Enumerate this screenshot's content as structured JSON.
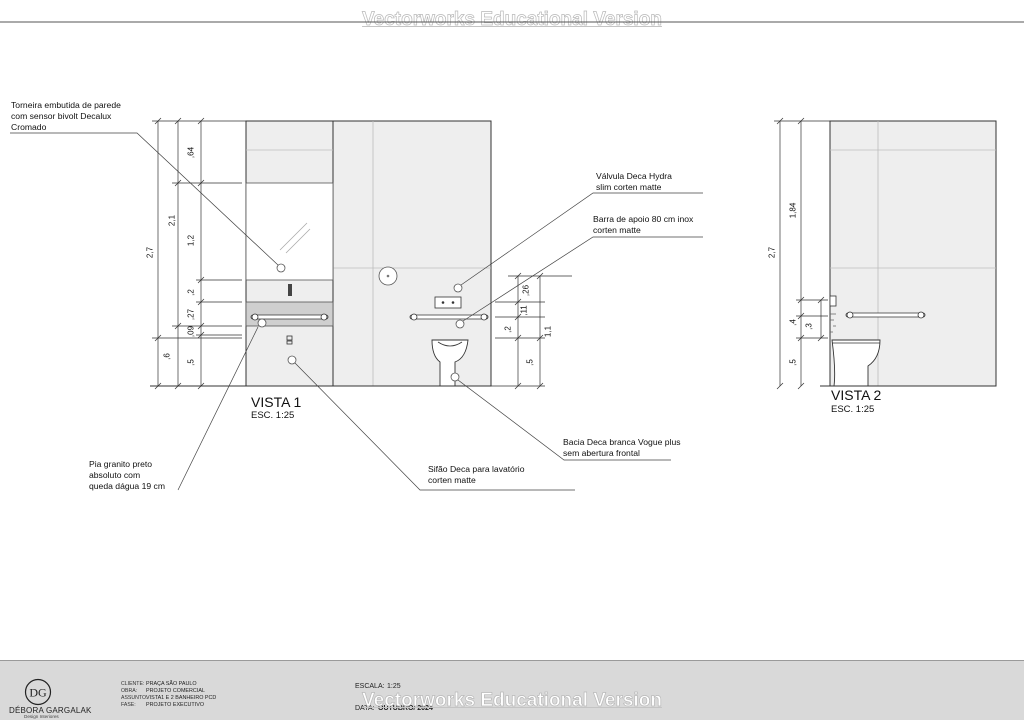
{
  "watermark": "Vectorworks Educational Version",
  "annotations": {
    "faucet": "Torneira embutida de parede\ncom sensor bivolt Decalux\nCromado",
    "valve": "Válvula Deca Hydra\nslim corten matte",
    "grab_bar": "Barra de apoio 80 cm inox\ncorten matte",
    "sink_top": "Pia granito preto\nabsoluto com\nqueda dágua 19 cm",
    "siphon": "Sifão Deca para lavatório\ncorten matte",
    "toilet": "Bacia Deca  branca Vogue plus\nsem abertura frontal"
  },
  "views": {
    "v1": {
      "title": "VISTA 1",
      "scale": "ESC. 1:25"
    },
    "v2": {
      "title": "VISTA 2",
      "scale": "ESC. 1:25"
    }
  },
  "dimensions": {
    "v1_total": "2,7",
    "v1_upper": "2,1",
    "v1_top": ",64",
    "v1_mirror": "1,2",
    "v1_gap": ",2",
    "v1_counter": ",27",
    "v1_band": ",09",
    "v1_low": ",6",
    "v1_base": ",5",
    "v1b_26": ",26",
    "v1b_2": ",2",
    "v1b_11s": ",11",
    "v1b_11": "1,1",
    "v1b_5": ",5",
    "v2_total": "2,7",
    "v2_upper": "1,84",
    "v2_4": ",4",
    "v2_3": ",3",
    "v2_5": ",5"
  },
  "titleblock": {
    "brand": "DÉBORA GARGALAK",
    "brand_sub": "Design Interiores",
    "logo_letters": "DG",
    "labels": {
      "client": "CLIENTE:",
      "work": "OBRA:",
      "subject": "ASSUNTO:",
      "phase": "FASE:"
    },
    "values": {
      "client": "PRAÇA SÃO PAULO",
      "work": "PROJETO COMERCIAL",
      "subject": "VISTA1 E 2 BANHEIRO PCD",
      "phase": "PROJETO EXECUTIVO"
    },
    "scale_label": "ESCALA:",
    "scale_value": "1:25",
    "date_label": "DATA:",
    "date_value": "OUTUBRO/ 2024"
  },
  "colors": {
    "wall": "#eeeeee",
    "line": "#333333",
    "tile_line": "#bdbdbd",
    "counter": "#cfcfcf",
    "titleblock": "#d9d9d9"
  }
}
